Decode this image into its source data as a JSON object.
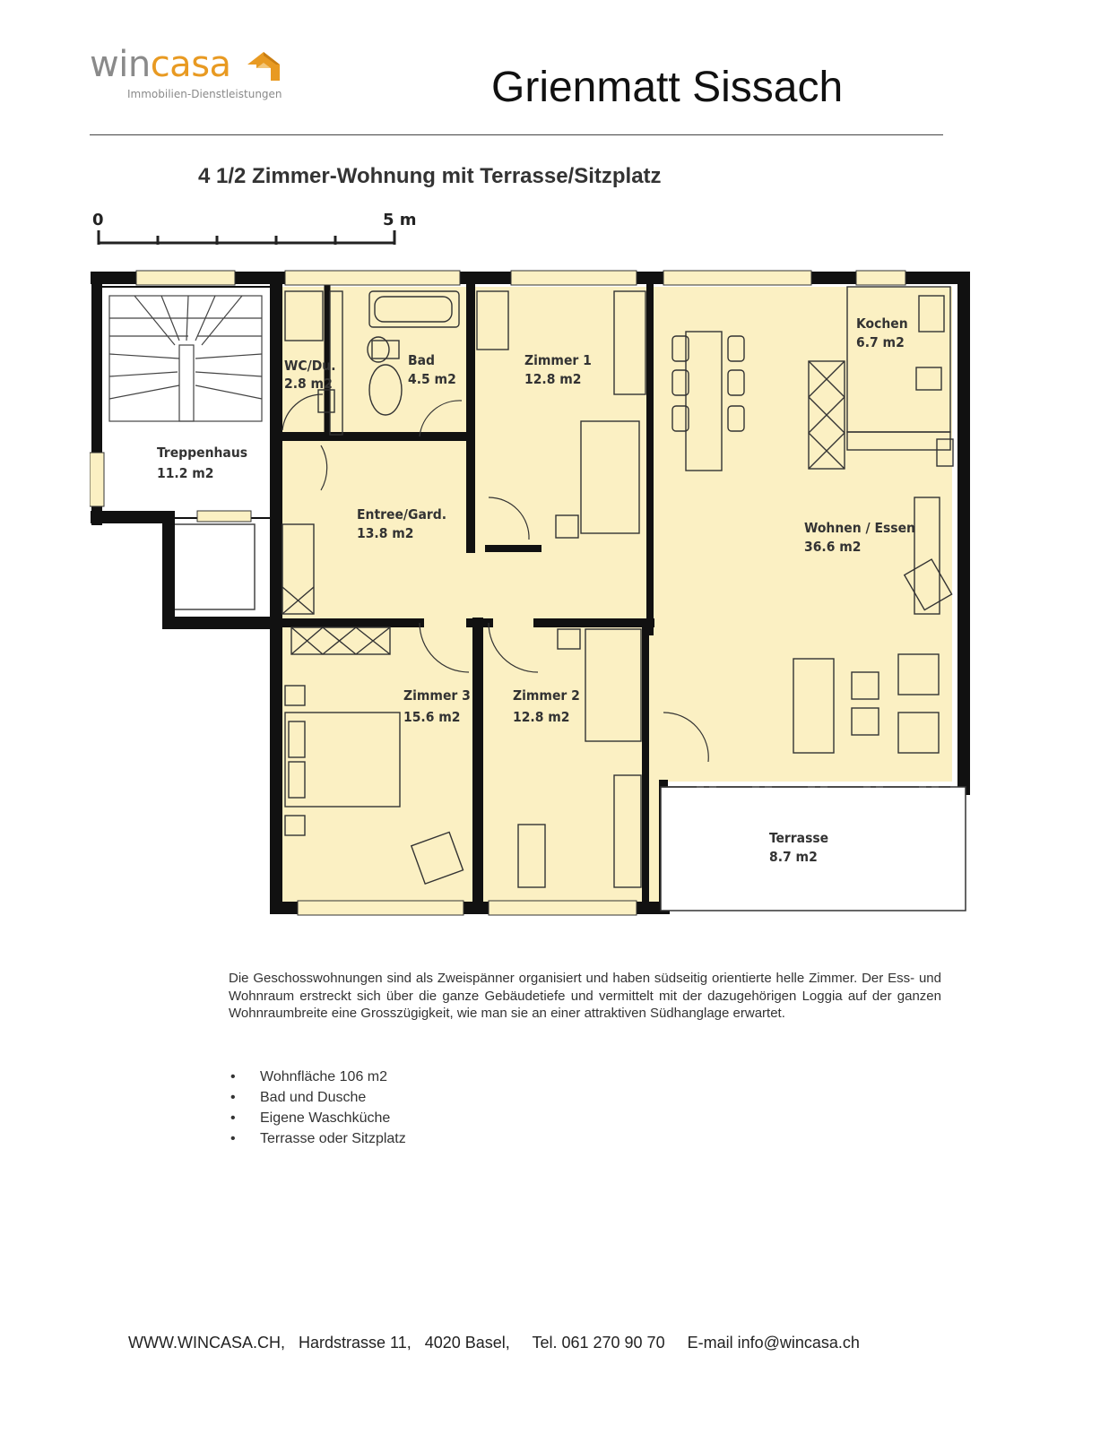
{
  "header": {
    "logo_word_grey": "win",
    "logo_word_orange": "casa",
    "logo_tagline": "Immobilien-Dienstleistungen",
    "title": "Grienmatt Sissach"
  },
  "colors": {
    "room_fill": "#fbf0c3",
    "wall": "#111111",
    "brand_orange": "#e89a22",
    "brand_grey": "#8a8a8a"
  },
  "plan": {
    "subtitle": "4 1/2 Zimmer-Wohnung mit Terrasse/Sitzplatz",
    "scale_start": "0",
    "scale_end": "5 m",
    "rooms": {
      "wc_name": "WC/Du.",
      "wc_area": "2.8 m2",
      "bad_name": "Bad",
      "bad_area": "4.5 m2",
      "zimmer1_name": "Zimmer 1",
      "zimmer1_area": "12.8 m2",
      "kochen_name": "Kochen",
      "kochen_area": "6.7 m2",
      "treppenhaus_name": "Treppenhaus",
      "treppenhaus_area": "11.2 m2",
      "entree_name": "Entree/Gard.",
      "entree_area": "13.8 m2",
      "wohnen_name": "Wohnen / Essen",
      "wohnen_area": "36.6 m2",
      "zimmer3_name": "Zimmer 3",
      "zimmer3_area": "15.6 m2",
      "zimmer2_name": "Zimmer 2",
      "zimmer2_area": "12.8 m2",
      "terrasse_name": "Terrasse",
      "terrasse_area": "8.7 m2"
    }
  },
  "description": "Die Geschosswohnungen sind als Zweispänner organisiert und haben südseitig orientierte helle Zimmer. Der Ess- und Wohnraum erstreckt sich über die ganze Gebäudetiefe und vermittelt mit der dazugehörigen Loggia auf der ganzen Wohnraumbreite eine Grosszügigkeit, wie man sie an einer attraktiven Südhanglage erwartet.",
  "features": {
    "bullet": "•",
    "items": [
      "Wohnfläche 106 m2",
      "Bad und Dusche",
      "Eigene Waschküche",
      "Terrasse oder Sitzplatz"
    ]
  },
  "footer": {
    "text": "WWW.WINCASA.CH,   Hardstrasse 11,   4020 Basel,     Tel. 061 270 90 70     E-mail info@wincasa.ch"
  }
}
